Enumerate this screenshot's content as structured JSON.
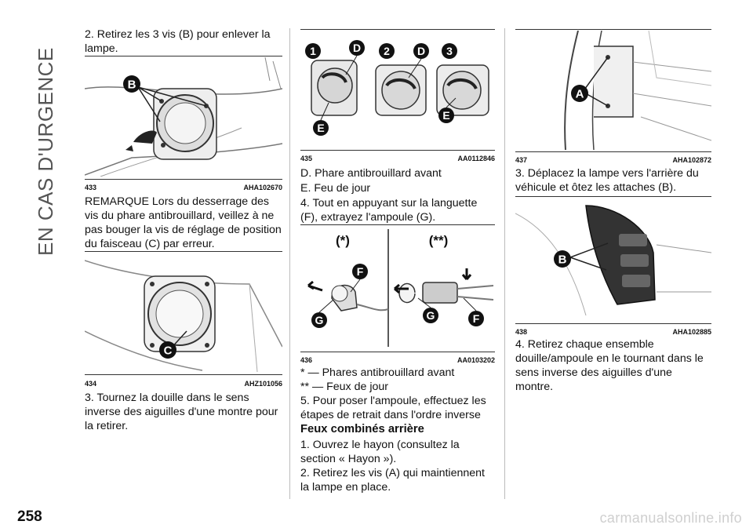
{
  "side_title": "EN CAS D'URGENCE",
  "page_number": "258",
  "watermark": "carmanualsonline.info",
  "col1": {
    "step2": "2. Retirez les 3 vis (B) pour enlever la lampe.",
    "fig433": {
      "num": "433",
      "code": "AHA102670",
      "labels": [
        "B"
      ]
    },
    "remark": "REMARQUE Lors du desserrage des vis du phare antibrouillard, veillez à ne pas bouger la vis de réglage de position du faisceau (C) par erreur.",
    "fig434": {
      "num": "434",
      "code": "AHZ101056",
      "labels": [
        "C"
      ]
    },
    "step3": "3. Tournez la douille dans le sens inverse des aiguilles d'une montre pour la retirer."
  },
  "col2": {
    "fig435": {
      "num": "435",
      "code": "AA0112846",
      "labels": [
        "1",
        "D",
        "2",
        "D",
        "3",
        "E",
        "E"
      ]
    },
    "legend_d": "D. Phare antibrouillard avant",
    "legend_e": "E. Feu de jour",
    "step4": "4. Tout en appuyant sur la languette (F), extrayez l'ampoule (G).",
    "fig436": {
      "num": "436",
      "code": "AA0103202",
      "labels": [
        "(*)",
        "(**)",
        "F",
        "G",
        "G",
        "F"
      ]
    },
    "note1": "* — Phares antibrouillard avant",
    "note2": "** — Feux de jour",
    "step5": "5. Pour poser l'ampoule, effectuez les étapes de retrait dans l'ordre inverse",
    "section_title": "Feux combinés arrière",
    "rear_step1": "1. Ouvrez le hayon (consultez la section « Hayon »).",
    "rear_step2": "2. Retirez les vis (A) qui maintiennent la lampe en place."
  },
  "col3": {
    "fig437": {
      "num": "437",
      "code": "AHA102872",
      "labels": [
        "A"
      ]
    },
    "rear_step3": "3. Déplacez la lampe vers l'arrière du véhicule et ôtez les attaches (B).",
    "fig438": {
      "num": "438",
      "code": "AHA102885",
      "labels": [
        "B"
      ]
    },
    "rear_step4": "4. Retirez chaque ensemble douille/ampoule en le tournant dans le sens inverse des aiguilles d'une montre."
  }
}
